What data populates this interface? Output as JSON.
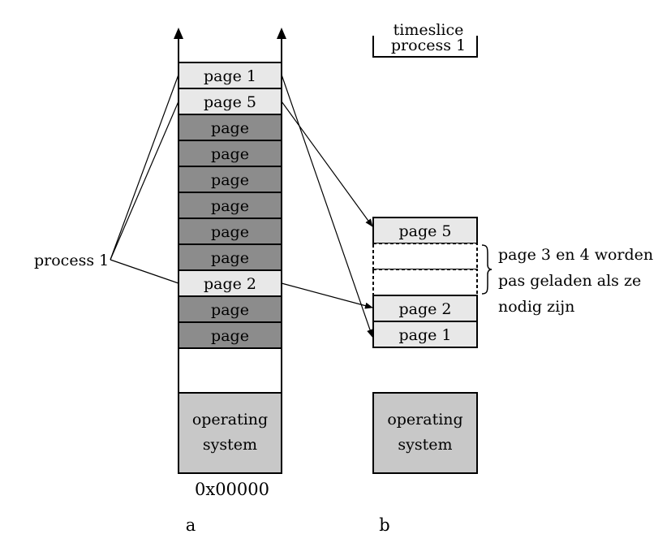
{
  "memory_a": {
    "pages": [
      {
        "label": "page 1",
        "kind": "light"
      },
      {
        "label": "page 5",
        "kind": "light"
      },
      {
        "label": "page",
        "kind": "dark"
      },
      {
        "label": "page",
        "kind": "dark"
      },
      {
        "label": "page",
        "kind": "dark"
      },
      {
        "label": "page",
        "kind": "dark"
      },
      {
        "label": "page",
        "kind": "dark"
      },
      {
        "label": "page",
        "kind": "dark"
      },
      {
        "label": "page 2",
        "kind": "light"
      },
      {
        "label": "page",
        "kind": "dark"
      },
      {
        "label": "page",
        "kind": "dark"
      }
    ],
    "os_line1": "operating",
    "os_line2": "system",
    "address": "0x00000",
    "caption": "a"
  },
  "memory_b": {
    "timeslice_line1": "timeslice",
    "timeslice_line2": "process 1",
    "pages": [
      {
        "label": "page 5",
        "kind": "light"
      },
      {
        "label": "",
        "kind": "dashed"
      },
      {
        "label": "",
        "kind": "dashed"
      },
      {
        "label": "page 2",
        "kind": "light"
      },
      {
        "label": "page 1",
        "kind": "light"
      }
    ],
    "os_line1": "operating",
    "os_line2": "system",
    "caption": "b"
  },
  "process_label": "process 1",
  "note": {
    "line1": "page 3 en 4 worden",
    "line2": "pas geladen als ze",
    "line3": "nodig zijn"
  },
  "colors": {
    "light_page": "#e8e8e8",
    "dark_page": "#8c8c8c",
    "os_block": "#c8c8c8",
    "line": "#000000"
  }
}
